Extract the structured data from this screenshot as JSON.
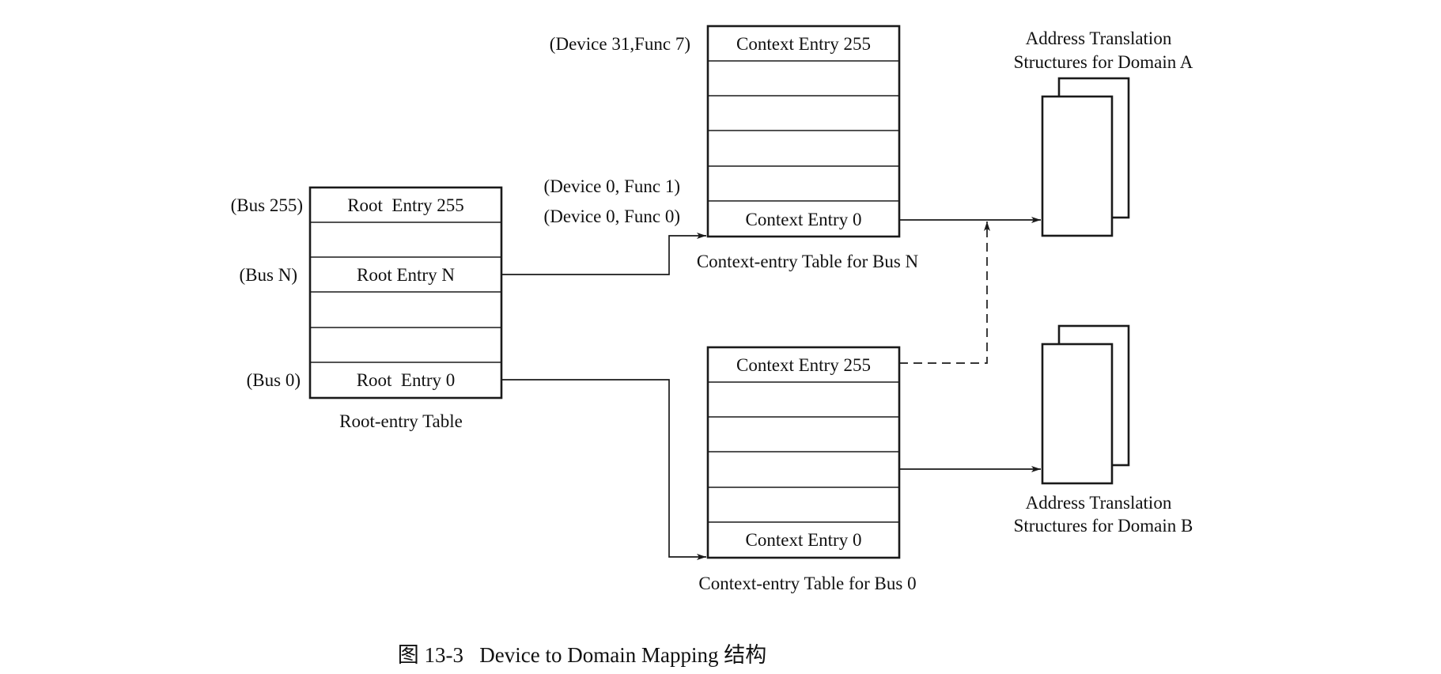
{
  "root_table": {
    "caption": "Root-entry Table",
    "entries": [
      "Root  Entry 255",
      "",
      "Root Entry N",
      "",
      "",
      "Root  Entry 0"
    ],
    "side_labels": {
      "top": "(Bus 255)",
      "mid": "(Bus N)",
      "bottom": "(Bus 0)"
    }
  },
  "context_table_n": {
    "caption": "Context-entry Table for Bus N",
    "entries": [
      "Context Entry 255",
      "",
      "",
      "",
      "",
      "Context Entry 0"
    ],
    "side_labels": {
      "top": "(Device 31,Func 7)",
      "func1": "(Device 0, Func 1)",
      "func0": "(Device 0, Func 0)"
    }
  },
  "context_table_0": {
    "caption": "Context-entry Table for Bus 0",
    "entries": [
      "Context Entry 255",
      "",
      "",
      "",
      "",
      "Context Entry 0"
    ]
  },
  "domain_a": {
    "label_line1": "Address Translation",
    "label_line2": "Structures for Domain A"
  },
  "domain_b": {
    "label_line1": "Address Translation",
    "label_line2": "Structures for Domain B"
  },
  "figure_caption": "图 13-3   Device to Domain Mapping 结构"
}
